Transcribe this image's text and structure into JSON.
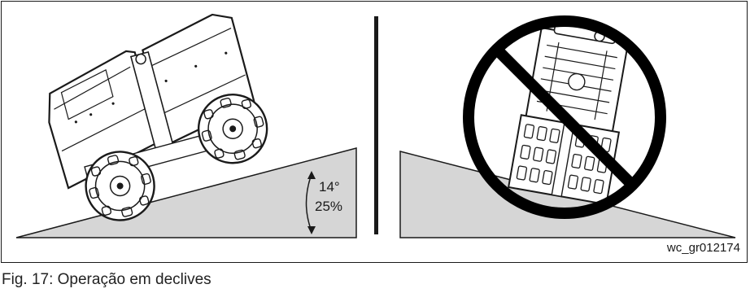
{
  "figure": {
    "angle_degrees": "14°",
    "angle_percent": "25%",
    "reference_code": "wc_gr012174",
    "caption": "Fig. 17: Operação em declives"
  },
  "colors": {
    "slope_fill": "#d6d6d6",
    "outline": "#1a1a1a",
    "machine_body": "#ffffff",
    "prohibition": "#000000"
  }
}
